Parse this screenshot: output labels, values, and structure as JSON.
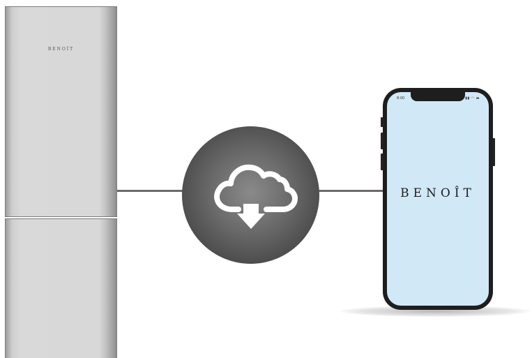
{
  "fridge": {
    "brand": "BENOÎT"
  },
  "phone": {
    "status_time": "8:00",
    "status_icons": "▮▮ ◠ ▬",
    "brand": "BENOÎT"
  },
  "icons": {
    "center": "cloud-download-icon"
  },
  "colors": {
    "fridge": "#d9d9d9",
    "connector": "#6b6b6b",
    "circle": "#5a5a5a",
    "phone_frame": "#1e1e1e",
    "phone_screen": "#d1e8f7"
  }
}
